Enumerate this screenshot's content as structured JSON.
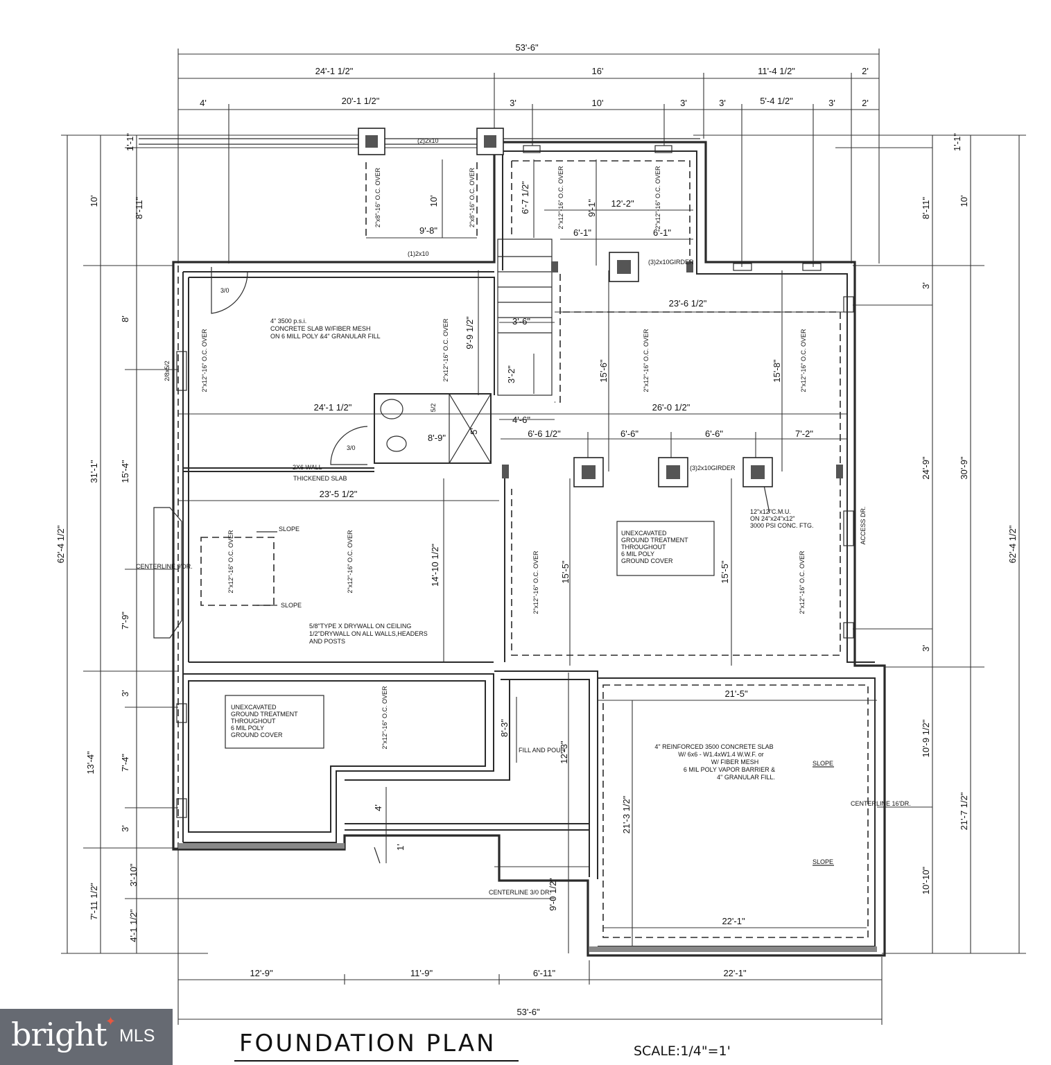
{
  "diagram": {
    "title": "FOUNDATION PLAN",
    "scale": "SCALE:1/4\"=1'",
    "dimensions": {
      "top_overall": "53'-6\"",
      "top_row2": [
        "24'-1 1/2\"",
        "16'",
        "11'-4 1/2\"",
        "2'"
      ],
      "top_row3": [
        "4'",
        "20'-1 1/2\"",
        "3'",
        "10'",
        "3'",
        "3'",
        "5'-4 1/2\"",
        "3'",
        "2'"
      ],
      "bottom_row": [
        "12'-9\"",
        "11'-9\"",
        "6'-11\"",
        "22'-1\""
      ],
      "bottom_overall": "53'-6\"",
      "left_overall": "62'-4 1/2\"",
      "left_outer": [
        "10'",
        "31'-1\"",
        "7'-11 1/2\""
      ],
      "left_inner": [
        "1'-1\"",
        "8'-11\"",
        "8'",
        "15'-4\"",
        "7'-9\"",
        "3'",
        "7'-4\"",
        "13'-4\"",
        "3'",
        "3'-10\"",
        "4'-1 1/2\""
      ],
      "right_overall": "62'-4 1/2\"",
      "right_outer": [
        "10'",
        "30'-9\"",
        "21'-7 1/2\""
      ],
      "right_inner": [
        "1'-1\"",
        "8'-11\"",
        "3'",
        "24'-9\"",
        "3'",
        "10'-9 1/2\"",
        "10'-10\""
      ],
      "interior": {
        "d_9_8": "9'-8\"",
        "d_10": "10'",
        "d_6_7_half": "6'-7 1/2\"",
        "d_9_1": "9'-1\"",
        "d_12_2": "12'-2\"",
        "d_6_1a": "6'-1\"",
        "d_6_1b": "6'-1\"",
        "d_23_6_half": "23'-6 1/2\"",
        "d_9_9_half": "9'-9 1/2\"",
        "d_3_6": "3'-6\"",
        "d_3_2": "3'-2\"",
        "d_15_6": "15'-6\"",
        "d_15_8": "15'-8\"",
        "d_24_1_half": "24'-1 1/2\"",
        "d_26_0_half": "26'-0 1/2\"",
        "d_4_6": "4'-6\"",
        "d_8_9": "8'-9\"",
        "d_5": "5'",
        "d_6_6_half": "6'-6 1/2\"",
        "d_6_6a": "6'-6\"",
        "d_6_6b": "6'-6\"",
        "d_7_2": "7'-2\"",
        "d_23_5_half": "23'-5 1/2\"",
        "d_14_10_half": "14'-10 1/2\"",
        "d_15_5a": "15'-5\"",
        "d_15_5b": "15'-5\"",
        "d_21_5": "21'-5\"",
        "d_8_3": "8'-3\"",
        "d_12_3": "12'-3\"",
        "d_21_3_half": "21'-3 1/2\"",
        "d_4": "4'",
        "d_1": "1'",
        "d_9_0_half": "9'-0 1/2\"",
        "d_22_1": "22'-1\""
      }
    },
    "notes": {
      "slab": [
        "4\" 3500 p.s.i.",
        "CONCRETE SLAB W/FIBER MESH",
        "ON 6 MILL POLY &4\" GRANULAR FILL"
      ],
      "unexcavated_right": [
        "UNEXCAVATED",
        "GROUND TREATMENT",
        "THROUGHOUT",
        "6 MIL POLY",
        "GROUND COVER"
      ],
      "unexcavated_left": [
        "UNEXCAVATED",
        "GROUND TREATMENT",
        "THROUGHOUT",
        "6 MIL POLY",
        "GROUND COVER"
      ],
      "garage_slab": [
        "4\" REINFORCED 3500 CONCRETE SLAB",
        "W/ 6x6 - W1.4xW1.4 W.W.F. or",
        "W/ FIBER MESH",
        "6 MIL POLY VAPOR BARRIER &",
        "4\" GRANULAR FILL."
      ],
      "cmu": [
        "12\"x12\"C.M.U.",
        "ON 24\"x24\"x12\"",
        "3000 PSI CONC. FTG."
      ],
      "drywall": [
        "5/8\"TYPE X DRYWALL ON CEILING",
        "1/2\"DRYWALL ON ALL WALLS,HEADERS",
        "AND POSTS"
      ],
      "joists_16": "2\"x12\"-16\" O.C. OVER",
      "joists_8": "2\"x8\"-16\" O.C. OVER",
      "header_2_2x10": "(2)2x10",
      "header_1_2x10": "(1)2x10",
      "girder_top": "(3)2x10GIRDER",
      "girder_mid": "(3)2x10GIRDER",
      "door_30a": "3/0",
      "door_30b": "3/0",
      "window": "2/8x5/2",
      "shower": "5/2",
      "wall_2x6": "2X6 WALL",
      "thickened_slab": "THICKENED SLAB",
      "slope": "SLOPE",
      "centerline_9": "CENTERLINE 9'DR.",
      "centerline_16": "CENTERLINE 16'DR.",
      "centerline_30": "CENTERLINE 3/0 DR.",
      "access_dr": "ACCESS DR.",
      "fill_pour": "FILL AND POUR"
    }
  },
  "watermark": {
    "brand": "bright",
    "suffix": "MLS",
    "accent": "#e9573f"
  }
}
